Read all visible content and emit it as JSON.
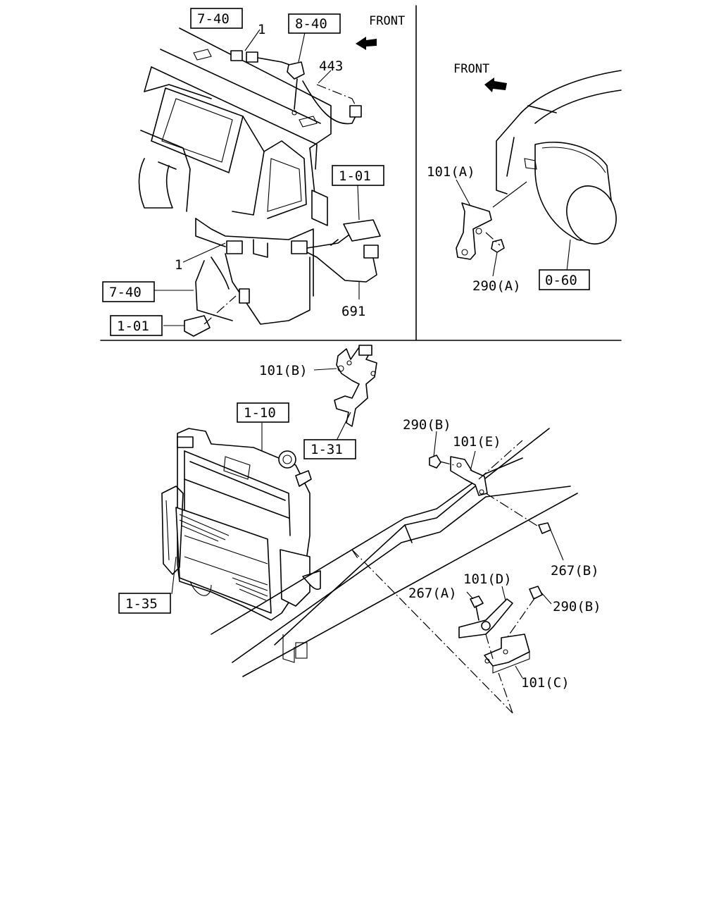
{
  "panels": {
    "dashboard": {
      "front_label": "FRONT",
      "refs": [
        "7-40",
        "8-40",
        "1-01",
        "7-40",
        "1-01"
      ],
      "parts": [
        "1",
        "443",
        "1",
        "691"
      ]
    },
    "starter": {
      "front_label": "FRONT",
      "refs": [
        "0-60"
      ],
      "parts": [
        "101(A)",
        "290(A)"
      ]
    },
    "chassis": {
      "refs": [
        "1-10",
        "1-31",
        "1-35"
      ],
      "parts": [
        "101(B)",
        "290(B)",
        "101(E)",
        "267(B)",
        "267(A)",
        "101(D)",
        "290(B)",
        "101(C)"
      ]
    }
  },
  "icons": [
    "front-arrow-icon",
    "front-arrow-icon"
  ]
}
